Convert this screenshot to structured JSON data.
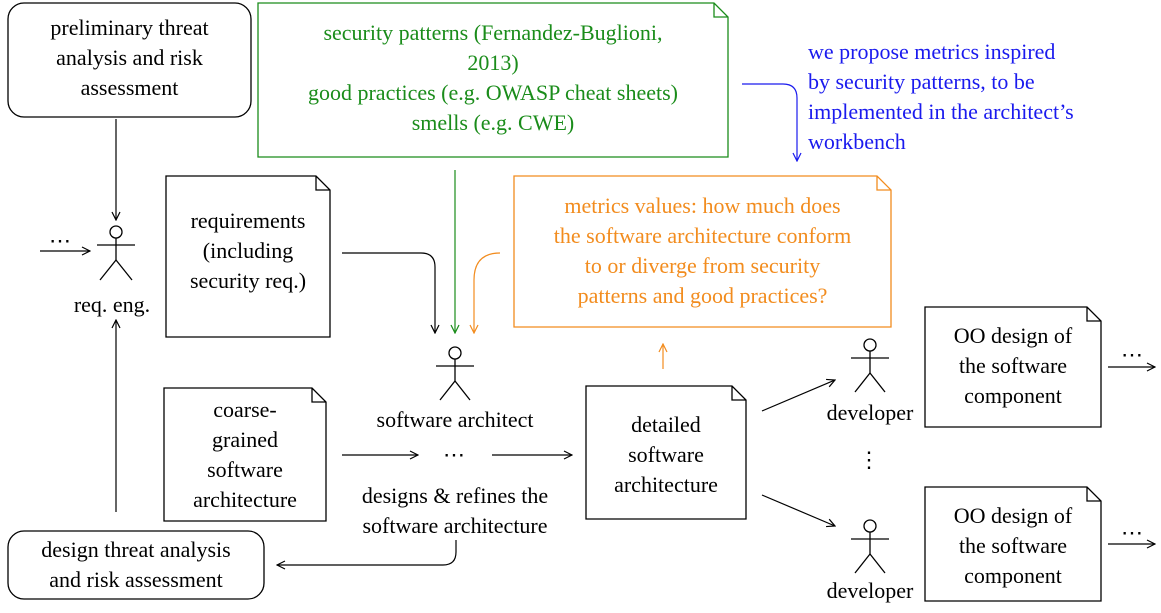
{
  "boxes": {
    "prelim": [
      "preliminary threat",
      "analysis and risk",
      "assessment"
    ],
    "requirements": [
      "requirements",
      "(including",
      "security req.)"
    ],
    "coarse": [
      "coarse-",
      "grained",
      "software",
      "architecture"
    ],
    "detailed": [
      "detailed",
      "software",
      "architecture"
    ],
    "design_threat": [
      "design threat analysis",
      "and risk assessment"
    ],
    "oo1": [
      "OO design of",
      "the software",
      "component"
    ],
    "oo2": [
      "OO design of",
      "the software",
      "component"
    ]
  },
  "patterns": [
    "security patterns (Fernandez-Buglioni,",
    "2013)",
    "good practices (e.g. OWASP cheat sheets)",
    "smells (e.g. CWE)"
  ],
  "metrics": [
    "metrics values: how much does",
    "the software architecture conform",
    "to or diverge from security",
    "patterns and good practices?"
  ],
  "proposal": [
    "we propose metrics inspired",
    "by security patterns, to be",
    "implemented in the architect’s",
    "workbench"
  ],
  "actors": {
    "req_eng": "req. eng.",
    "architect": "software architect",
    "developer1": "developer",
    "developer2": "developer"
  },
  "architect_activity": [
    "designs & refines the",
    "software architecture"
  ],
  "ellipsis": {
    "left": "⋯",
    "middle": "⋯",
    "right1": "⋯",
    "right2": "⋯",
    "vertical": "⋮"
  },
  "colors": {
    "green": "#1a8c1a",
    "orange": "#f28c1e",
    "blue": "#1a1aee"
  }
}
